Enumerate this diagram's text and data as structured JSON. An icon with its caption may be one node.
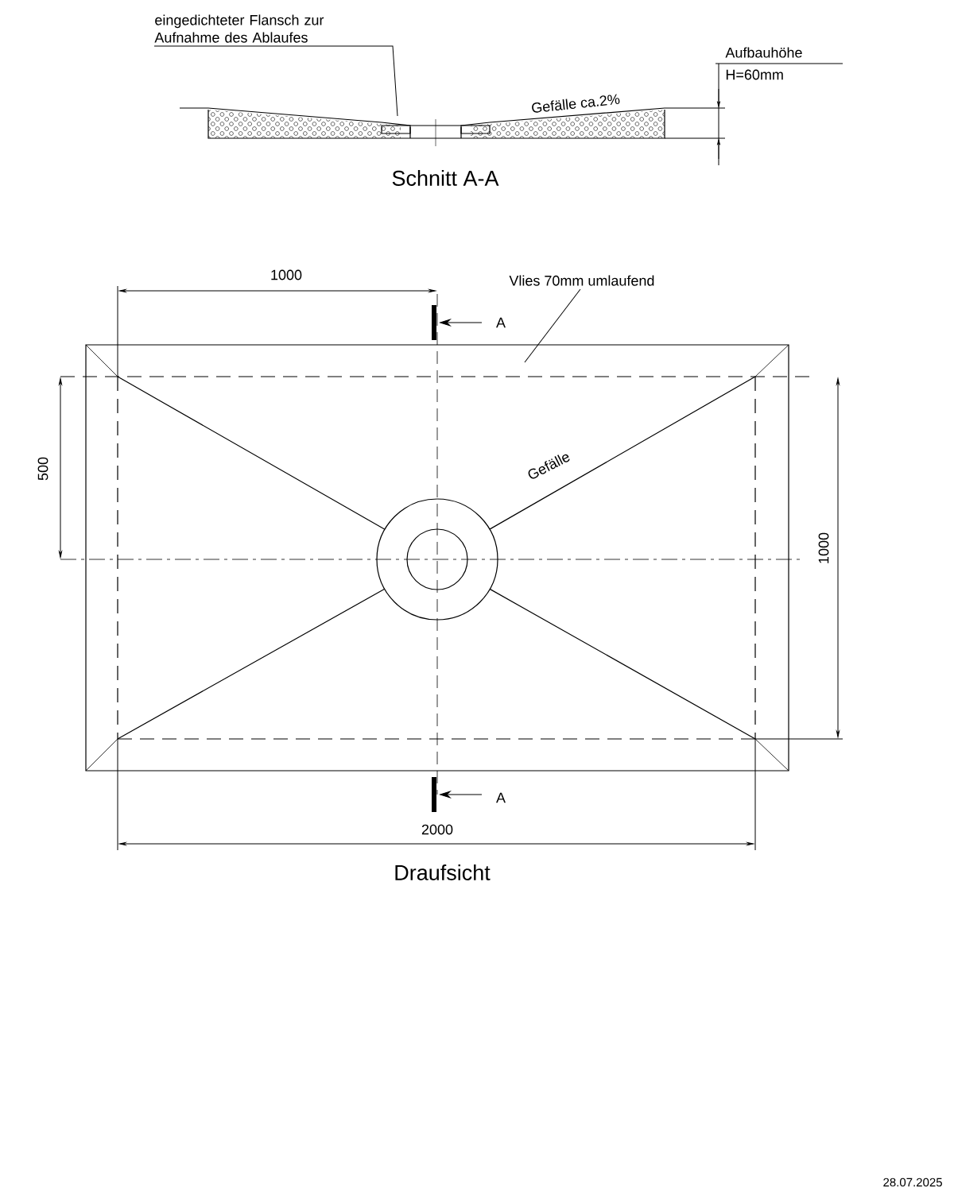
{
  "diagram": {
    "nodes": [
      {
        "text": [
          "eingedichteter Flansch zur Aufnahme des Ablaufes"
        ]
      },
      {
        "text": [
          "Vlies 70mm umlaufend"
        ]
      }
    ],
    "edges": [
      {
        "from": 0,
        "to": null,
        "arrow": "none"
      },
      {
        "from": 1,
        "to": null,
        "arrow": "none"
      }
    ],
    "labels": [
      "Aufbauhöhe",
      "H=60mm",
      "Gefälle ca.2%",
      "Schnitt A-A",
      "1000",
      "A",
      "500",
      "Gefälle",
      "1000",
      "A",
      "2000",
      "Draufsicht",
      "28.07.2025"
    ]
  }
}
